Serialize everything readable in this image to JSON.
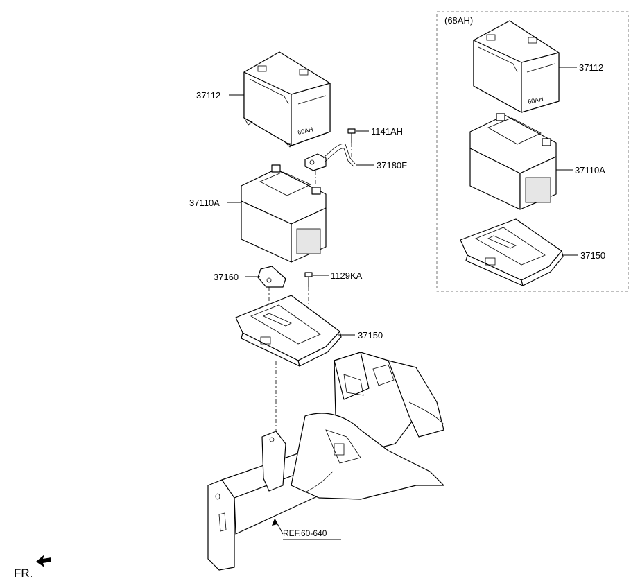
{
  "labels": {
    "variant_box": "(68AH)",
    "tray_cover_main": "37112",
    "battery_main": "37110A",
    "cable_bolt": "1141AH",
    "cable": "37180F",
    "bracket": "37160",
    "tray_bolt": "1129KA",
    "tray_main": "37150",
    "ref": "REF.60-640",
    "front": "FR.",
    "tray_cover_alt": "37112",
    "battery_alt": "37110A",
    "tray_alt": "37150",
    "cover_stamp_main": "60AH",
    "cover_stamp_alt": "60AH"
  }
}
